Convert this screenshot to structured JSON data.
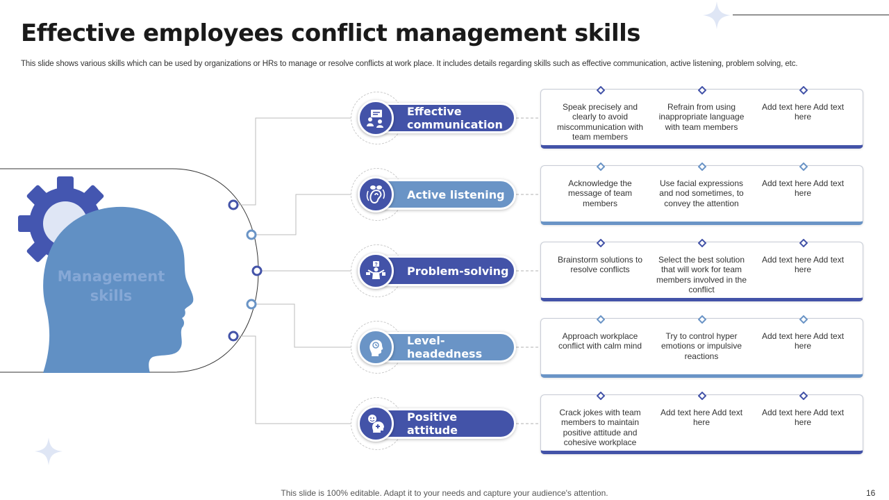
{
  "title": "Effective employees conflict management skills",
  "subtitle": "This slide shows various skills which can be used by organizations or HRs to manage or resolve conflicts at work place. It includes details regarding skills such as effective communication, active listening, problem solving, etc.",
  "center_label": "Management skills",
  "colors": {
    "dark_blue": "#4353a8",
    "light_blue": "#6a94c6",
    "head_blue": "#6190c4",
    "gear_blue": "#4456b0"
  },
  "skills": [
    {
      "label": "Effective communication",
      "icon": "presentation-icon",
      "color": "#4353a8",
      "details": [
        "Speak precisely and clearly to avoid miscommunication with team members",
        "Refrain from using inappropriate language with team members",
        "Add text here Add text here"
      ]
    },
    {
      "label": "Active listening",
      "icon": "listening-icon",
      "color": "#6a94c6",
      "details": [
        "Acknowledge the message of team members",
        "Use facial expressions and nod sometimes, to convey the attention",
        "Add text here Add text here"
      ]
    },
    {
      "label": "Problem-solving",
      "icon": "problem-solving-icon",
      "color": "#4353a8",
      "details": [
        "Brainstorm solutions to resolve conflicts",
        "Select the best solution that will work for team members involved in the conflict",
        "Add text here Add text here"
      ]
    },
    {
      "label": "Level-headedness",
      "icon": "calm-head-icon",
      "color": "#6a94c6",
      "details": [
        "Approach workplace conflict with calm mind",
        "Try to control hyper emotions or impulsive reactions",
        "Add text here Add text here"
      ]
    },
    {
      "label": "Positive attitude",
      "icon": "positive-attitude-icon",
      "color": "#4353a8",
      "details": [
        "Crack jokes with team members to maintain positive attitude and cohesive workplace",
        "Add text here Add text here",
        "Add text here Add text here"
      ]
    }
  ],
  "footer": "This slide is 100% editable. Adapt it to your needs and capture your audience's attention.",
  "page_number": "16"
}
